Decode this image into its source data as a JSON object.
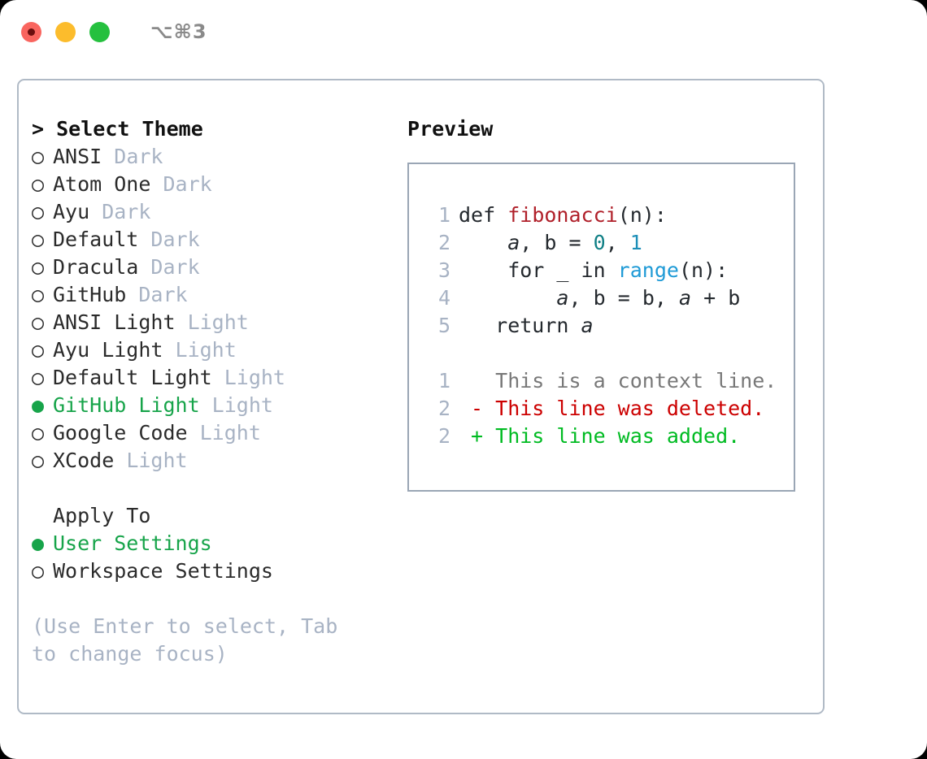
{
  "titlebar": {
    "shortcut": "⌥⌘3",
    "dots": [
      {
        "name": "close",
        "color": "#f9655f"
      },
      {
        "name": "minimize",
        "color": "#fcbc2c"
      },
      {
        "name": "maximize",
        "color": "#25c03e"
      }
    ]
  },
  "theme_list": {
    "caret": ">",
    "header": "Select Theme",
    "marker_empty": "○",
    "marker_filled": "●",
    "items": [
      {
        "name": "ANSI",
        "tag": "Dark",
        "selected": false
      },
      {
        "name": "Atom One",
        "tag": "Dark",
        "selected": false
      },
      {
        "name": "Ayu",
        "tag": "Dark",
        "selected": false
      },
      {
        "name": "Default",
        "tag": "Dark",
        "selected": false
      },
      {
        "name": "Dracula",
        "tag": "Dark",
        "selected": false
      },
      {
        "name": "GitHub",
        "tag": "Dark",
        "selected": false
      },
      {
        "name": "ANSI Light",
        "tag": "Light",
        "selected": false
      },
      {
        "name": "Ayu Light",
        "tag": "Light",
        "selected": false
      },
      {
        "name": "Default Light",
        "tag": "Light",
        "selected": false
      },
      {
        "name": "GitHub Light",
        "tag": "Light",
        "selected": true
      },
      {
        "name": "Google Code",
        "tag": "Light",
        "selected": false
      },
      {
        "name": "XCode",
        "tag": "Light",
        "selected": false
      }
    ]
  },
  "apply_to": {
    "header": "Apply To",
    "options": [
      {
        "label": "User Settings",
        "selected": true
      },
      {
        "label": "Workspace Settings",
        "selected": false
      }
    ]
  },
  "hint": "(Use Enter to select, Tab to change focus)",
  "preview": {
    "title": "Preview",
    "code_lines": [
      {
        "lineno": "1",
        "tokens": [
          {
            "text": "def ",
            "kind": "plain"
          },
          {
            "text": "fibonacci",
            "kind": "fn"
          },
          {
            "text": "(n):",
            "kind": "plain"
          }
        ]
      },
      {
        "lineno": "2",
        "tokens": [
          {
            "text": "    ",
            "kind": "plain"
          },
          {
            "text": "a",
            "kind": "var"
          },
          {
            "text": ", ",
            "kind": "plain"
          },
          {
            "text": "b",
            "kind": "plain"
          },
          {
            "text": " = ",
            "kind": "plain"
          },
          {
            "text": "0",
            "kind": "num0"
          },
          {
            "text": ", ",
            "kind": "plain"
          },
          {
            "text": "1",
            "kind": "num1"
          }
        ]
      },
      {
        "lineno": "3",
        "tokens": [
          {
            "text": "    for _ in ",
            "kind": "plain"
          },
          {
            "text": "range",
            "kind": "builtin"
          },
          {
            "text": "(n):",
            "kind": "plain"
          }
        ]
      },
      {
        "lineno": "4",
        "tokens": [
          {
            "text": "        ",
            "kind": "plain"
          },
          {
            "text": "a",
            "kind": "var"
          },
          {
            "text": ", ",
            "kind": "plain"
          },
          {
            "text": "b",
            "kind": "plain"
          },
          {
            "text": " = ",
            "kind": "plain"
          },
          {
            "text": "b",
            "kind": "plain"
          },
          {
            "text": ", ",
            "kind": "plain"
          },
          {
            "text": "a",
            "kind": "var"
          },
          {
            "text": " + ",
            "kind": "plain"
          },
          {
            "text": "b",
            "kind": "plain"
          }
        ]
      },
      {
        "lineno": "5",
        "tokens": [
          {
            "text": "   return ",
            "kind": "plain"
          },
          {
            "text": "a",
            "kind": "var"
          }
        ]
      }
    ],
    "diff_lines": [
      {
        "lineno": "1",
        "marker": " ",
        "text": "This is a context line.",
        "kind": "context"
      },
      {
        "lineno": "2",
        "marker": "-",
        "text": "This line was deleted.",
        "kind": "del"
      },
      {
        "lineno": "2",
        "marker": "+",
        "text": "This line was added.",
        "kind": "add"
      }
    ]
  },
  "colors": {
    "selected_green": "#17a44a",
    "muted_tag": "#a8b3c4",
    "diff_delete": "#cc0000",
    "diff_add": "#00bb22",
    "function_red": "#b0202a",
    "builtin_blue": "#1e9ad6",
    "panel_border": "#b0bac6"
  }
}
